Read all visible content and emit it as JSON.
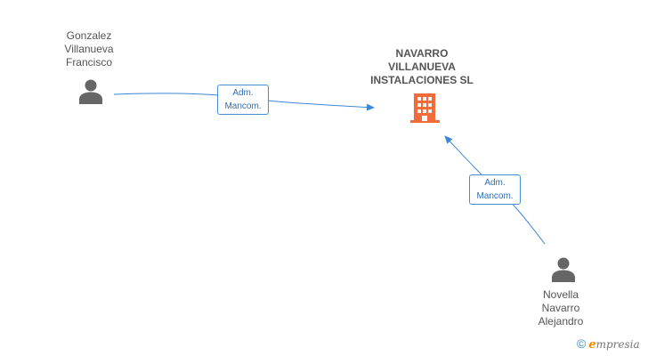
{
  "company": {
    "name_lines": [
      "NAVARRO",
      "VILLANUEVA",
      "INSTALACIONES SL"
    ],
    "icon": "building-icon",
    "color": "#f26b3a"
  },
  "persons": [
    {
      "name_lines": [
        "Gonzalez",
        "Villanueva",
        "Francisco"
      ],
      "icon": "person-icon"
    },
    {
      "name_lines": [
        "Novella",
        "Navarro",
        "Alejandro"
      ],
      "icon": "person-icon"
    }
  ],
  "relations": [
    {
      "from": "Gonzalez Villanueva Francisco",
      "to": "NAVARRO VILLANUEVA INSTALACIONES SL",
      "label_lines": [
        "Adm.",
        "Mancom."
      ]
    },
    {
      "from": "Novella Navarro Alejandro",
      "to": "NAVARRO VILLANUEVA INSTALACIONES SL",
      "label_lines": [
        "Adm.",
        "Mancom."
      ]
    }
  ],
  "colors": {
    "edge": "#3d86d6",
    "person": "#666666",
    "text": "#555555"
  },
  "brand": {
    "copyright": "©",
    "initial": "e",
    "rest": "mpresia"
  }
}
